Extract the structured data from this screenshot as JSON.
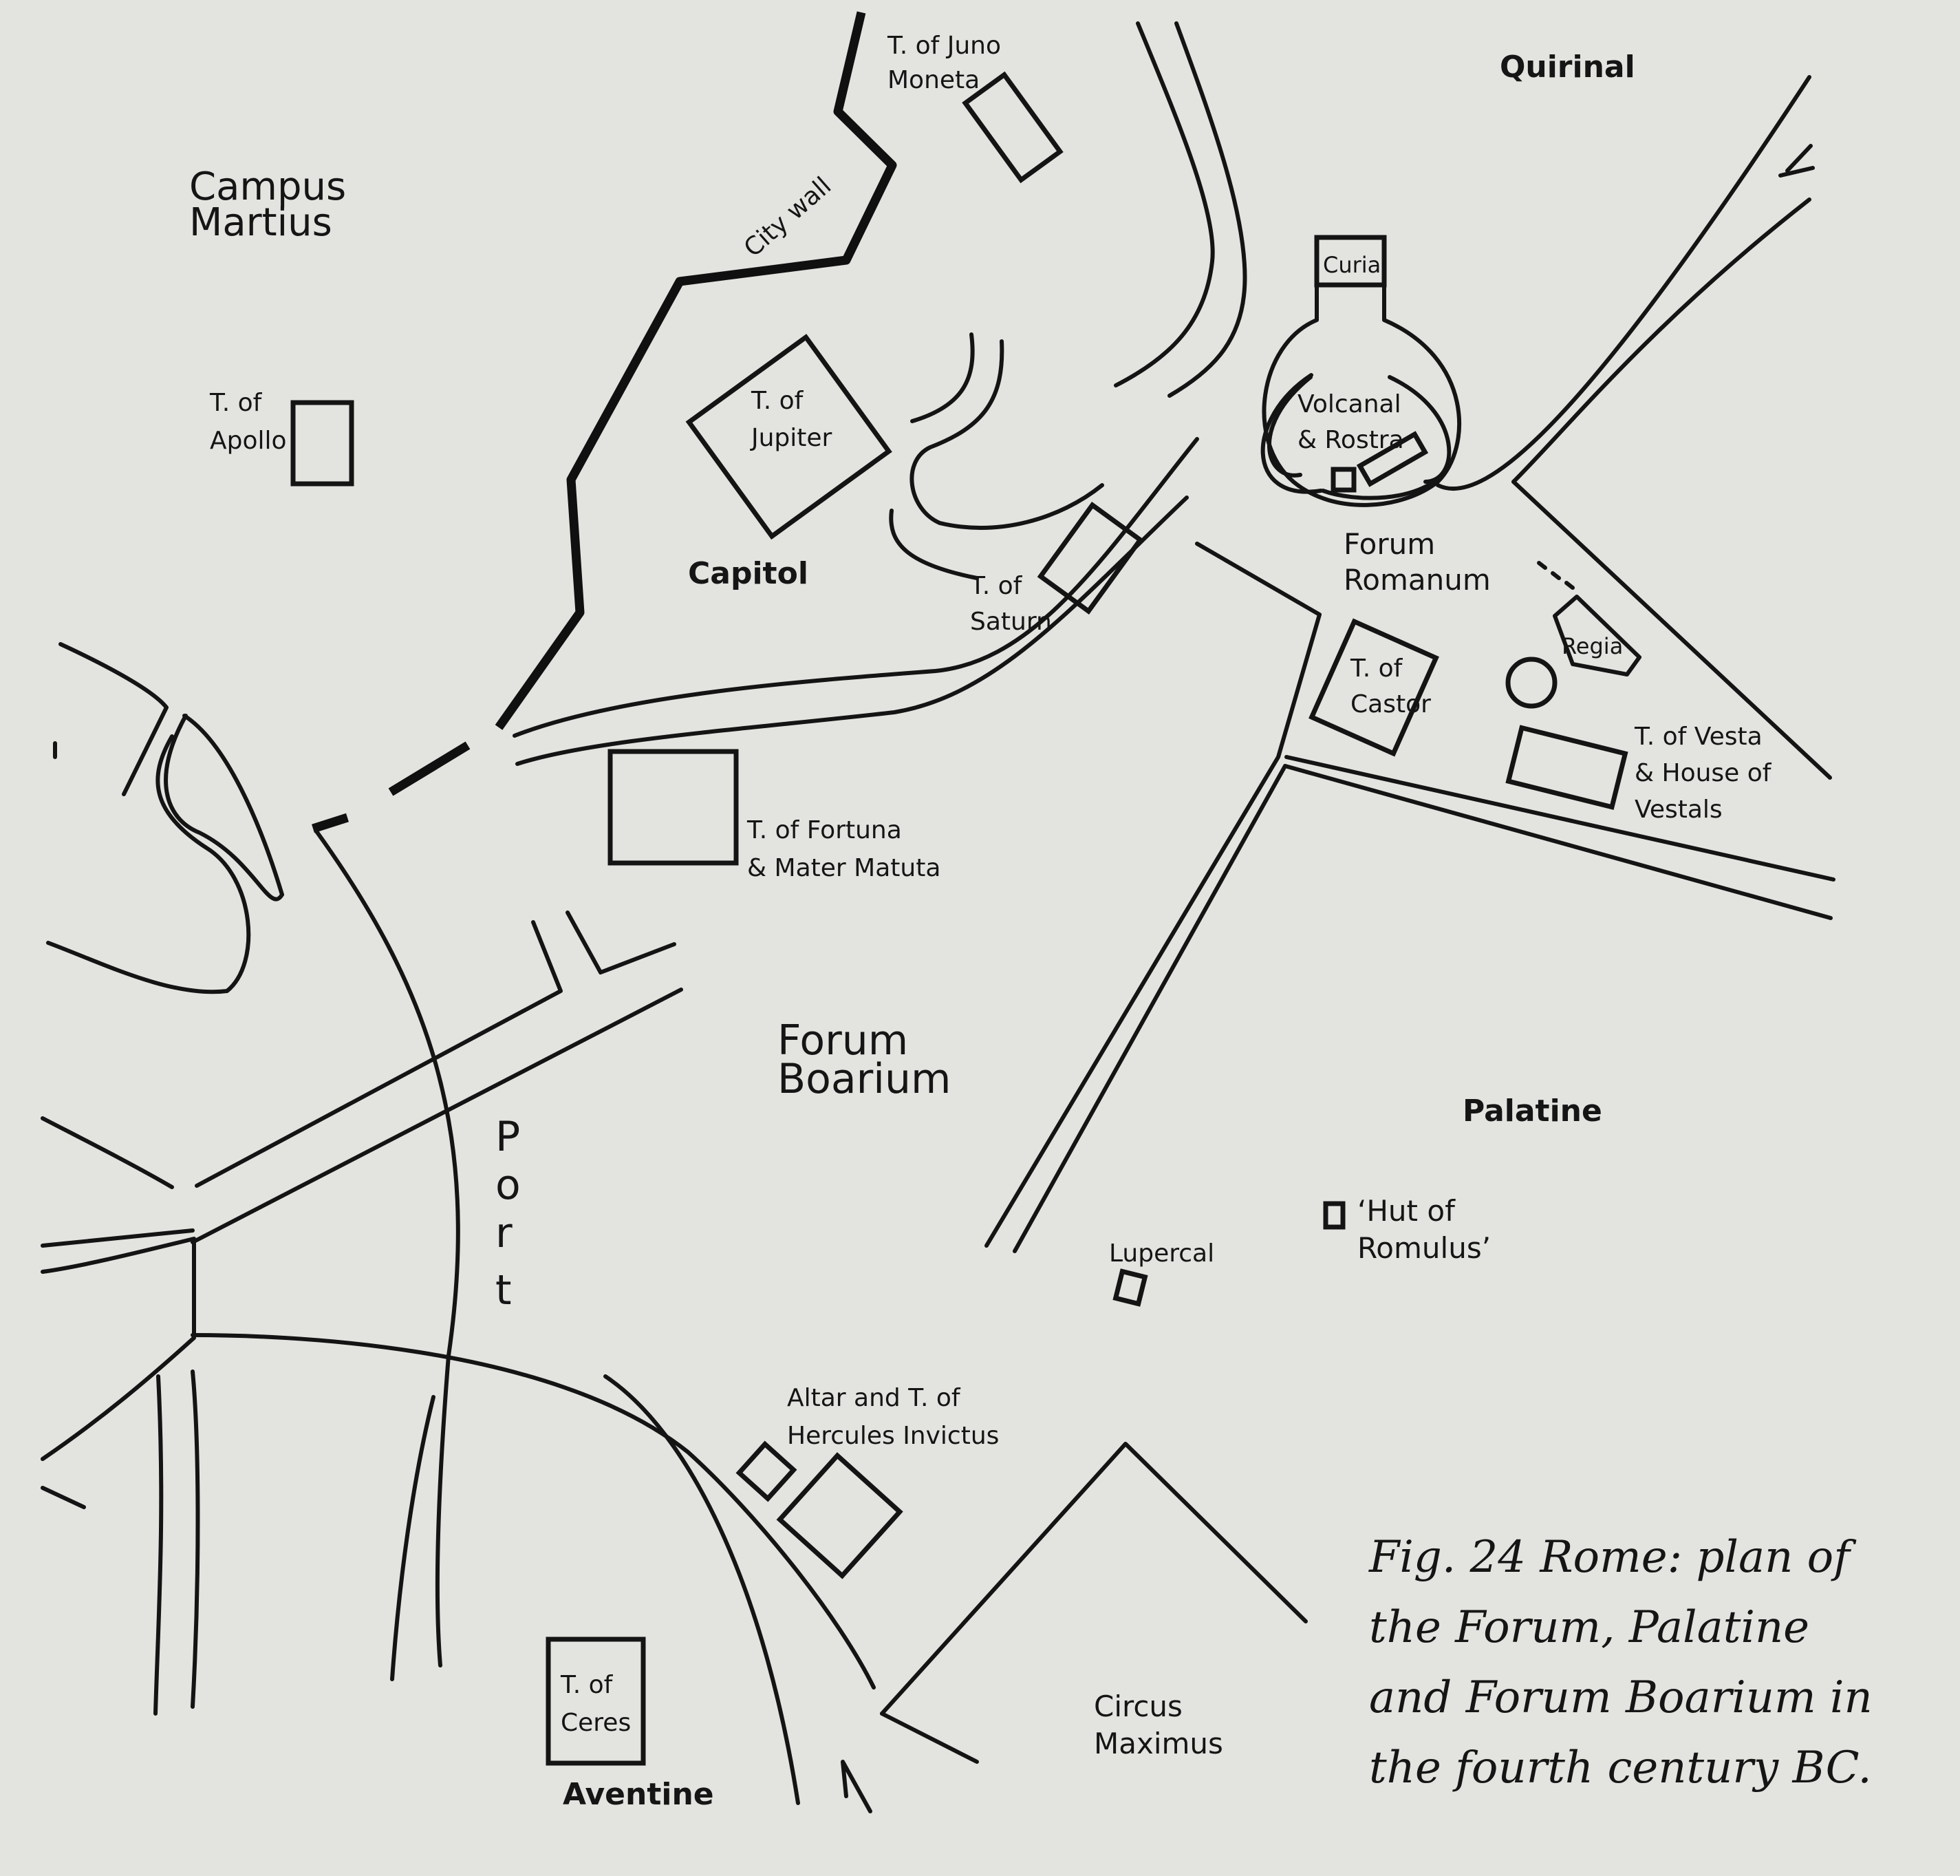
{
  "labels": {
    "quirinal": "Quirinal",
    "campus_martius_1": "Campus",
    "campus_martius_2": "Martius",
    "city_wall": "City wall",
    "juno_moneta_1": "T. of Juno",
    "juno_moneta_2": "Moneta",
    "curia": "Curia",
    "volcanal_1": "Volcanal",
    "volcanal_2": "& Rostra",
    "apollo_1": "T. of",
    "apollo_2": "Apollo",
    "jupiter_1": "T. of",
    "jupiter_2": "Jupiter",
    "capitol": "Capitol",
    "saturn_1": "T. of",
    "saturn_2": "Saturn",
    "forum_romanum_1": "Forum",
    "forum_romanum_2": "Romanum",
    "regia": "Regia",
    "castor_1": "T. of",
    "castor_2": "Castor",
    "vesta_1": "T. of Vesta",
    "vesta_2": "& House of",
    "vesta_3": "Vestals",
    "fortuna_1": "T. of Fortuna",
    "fortuna_2": "& Mater Matuta",
    "forum_boarium_1": "Forum",
    "forum_boarium_2": "Boarium",
    "palatine": "Palatine",
    "port_p": "P",
    "port_o": "o",
    "port_r": "r",
    "port_t": "t",
    "hut_1": "‘Hut of",
    "hut_2": "Romulus’",
    "lupercal": "Lupercal",
    "hercules_1": "Altar and T. of",
    "hercules_2": "Hercules Invictus",
    "ceres_1": "T. of",
    "ceres_2": "Ceres",
    "aventine": "Aventine",
    "circus_1": "Circus",
    "circus_2": "Maximus"
  },
  "caption": {
    "line1": "Fig. 24 Rome: plan of",
    "line2": "the Forum, Palatine",
    "line3": "and Forum Boarium in",
    "line4": "the fourth century BC."
  }
}
